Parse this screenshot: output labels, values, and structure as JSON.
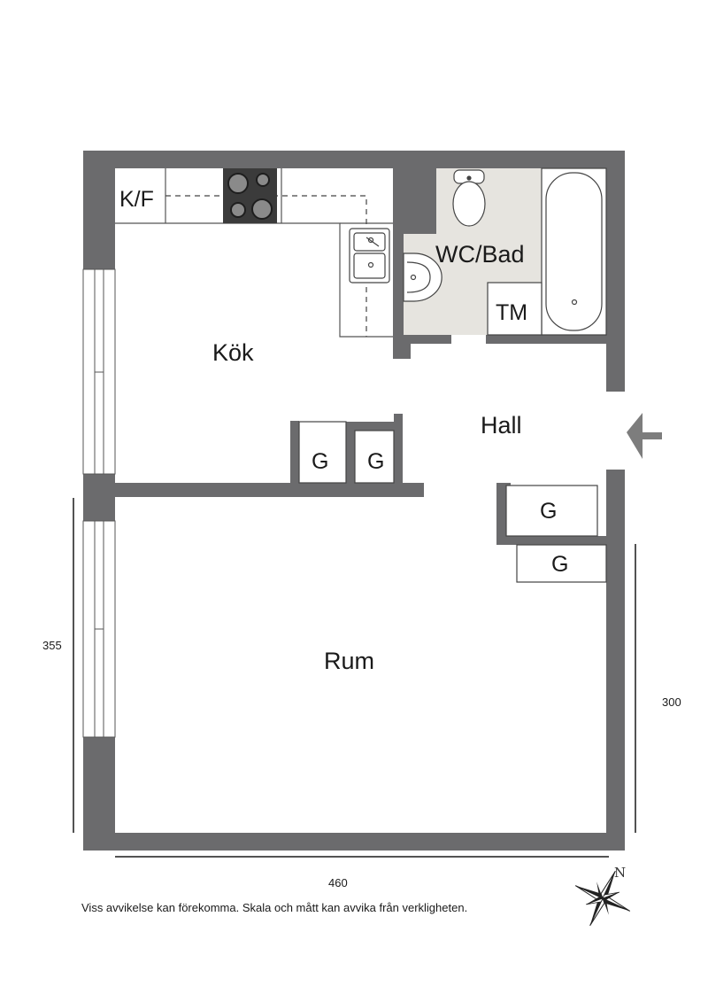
{
  "rooms": {
    "kitchen": "Kök",
    "wc_bath": "WC/Bad",
    "hall": "Hall",
    "room": "Rum"
  },
  "fixtures": {
    "fridge_freezer": "K/F",
    "washing_machine": "TM",
    "closet_1": "G",
    "closet_2": "G",
    "closet_3": "G",
    "closet_4": "G"
  },
  "dimensions": {
    "left": "355",
    "right": "300",
    "bottom": "460"
  },
  "compass_label": "N",
  "disclaimer": "Viss avvikelse kan förekomma. Skala och mått kan avvika från verkligheten.",
  "colors": {
    "wall": "#6b6b6d",
    "bathroom_floor": "#e6e4df",
    "fixture_line": "#444444"
  }
}
